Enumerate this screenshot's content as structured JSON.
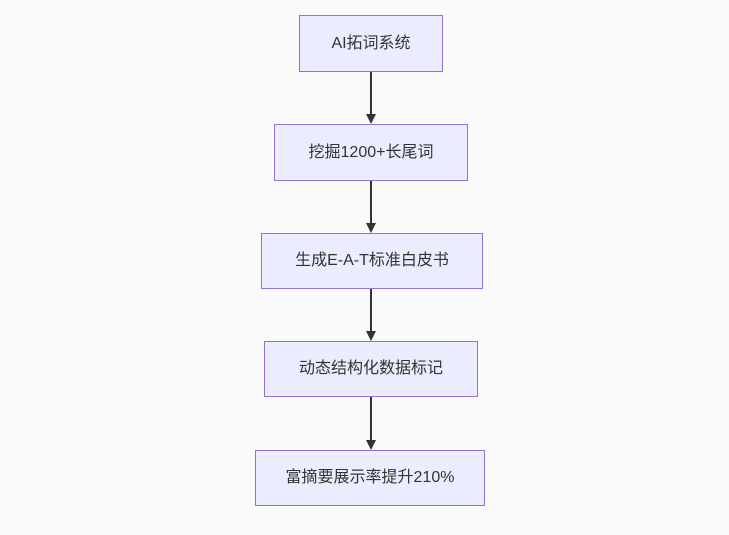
{
  "diagram": {
    "type": "flowchart",
    "direction": "top-down",
    "nodes": [
      {
        "id": "n1",
        "label": "AI拓词系统"
      },
      {
        "id": "n2",
        "label": "挖掘1200+长尾词"
      },
      {
        "id": "n3",
        "label": "生成E-A-T标准白皮书"
      },
      {
        "id": "n4",
        "label": "动态结构化数据标记"
      },
      {
        "id": "n5",
        "label": "富摘要展示率提升210%"
      }
    ],
    "edges": [
      {
        "from": "n1",
        "to": "n2"
      },
      {
        "from": "n2",
        "to": "n3"
      },
      {
        "from": "n3",
        "to": "n4"
      },
      {
        "from": "n4",
        "to": "n5"
      }
    ]
  },
  "colors": {
    "background": "#fafafa",
    "node_fill": "#ECECFF",
    "node_border": "#9370DB",
    "node_text": "#333333",
    "edge": "#333333"
  }
}
